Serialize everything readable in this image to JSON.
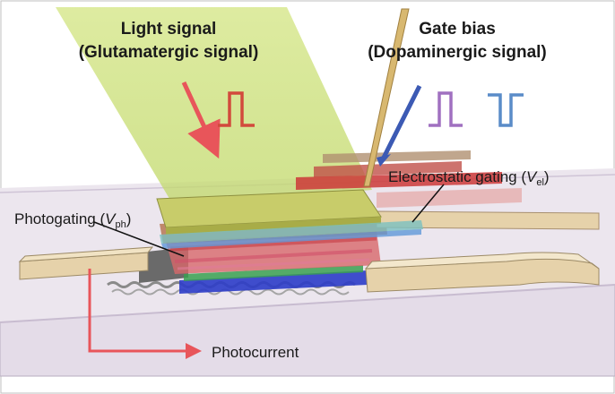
{
  "labels": {
    "light_line1": "Light signal",
    "light_line2": "(Glutamatergic signal)",
    "gate_line1": "Gate bias",
    "gate_line2": "(Dopaminergic signal)",
    "electrostatic": "Electrostatic gating (",
    "electrostatic_var": "V",
    "electrostatic_sub": "el",
    "electrostatic_close": ")",
    "photogating": "Photogating (",
    "photogating_var": "V",
    "photogating_sub": "ph",
    "photogating_close": ")",
    "photocurrent": "Photocurrent"
  },
  "colors": {
    "light_cone": "#c8dc78",
    "light_arrow": "#e8555a",
    "gate_arrow": "#3c5ab4",
    "pulse_red": "#d24a3c",
    "pulse_purple": "#a070c0",
    "pulse_blue": "#5a8cc8",
    "substrate": "#e4dce8",
    "electrode": "#e6d2aa",
    "photocurrent_arrow": "#e8555a"
  }
}
